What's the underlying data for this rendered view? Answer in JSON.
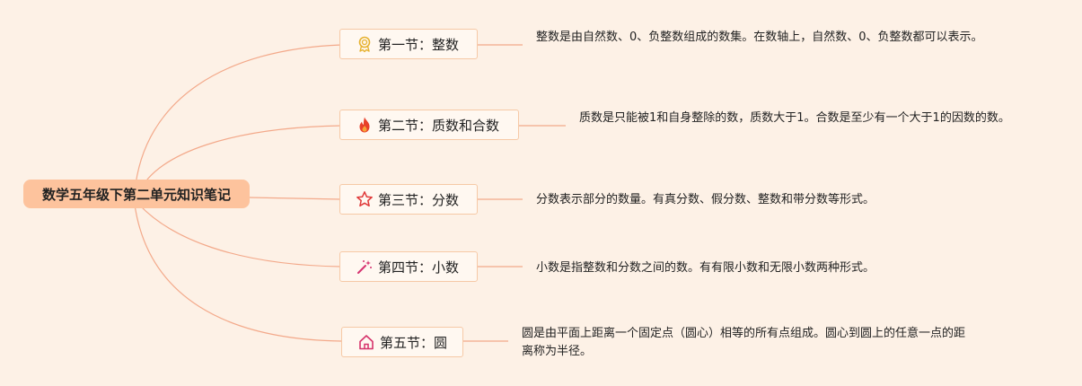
{
  "root": {
    "label": "数学五年级下第二单元知识笔记"
  },
  "sections": [
    {
      "icon": "award-ribbon-icon",
      "label": "第一节：整数",
      "note": "整数是由自然数、0、负整数组成的数集。在数轴上，自然数、0、负整数都可以表示。"
    },
    {
      "icon": "fire-icon",
      "label": "第二节：质数和合数",
      "note": "质数是只能被1和自身整除的数，质数大于1。合数是至少有一个大于1的因数的数。"
    },
    {
      "icon": "star-outline-icon",
      "label": "第三节：分数",
      "note": "分数表示部分的数量。有真分数、假分数、整数和带分数等形式。"
    },
    {
      "icon": "magic-wand-icon",
      "label": "第四节：小数",
      "note": "小数是指整数和分数之间的数。有有限小数和无限小数两种形式。"
    },
    {
      "icon": "home-icon",
      "label": "第五节：圆",
      "note": "圆是由平面上距离一个固定点（圆心）相等的所有点组成。圆心到圆上的任意一点的距离称为半径。"
    }
  ],
  "colors": {
    "background": "#fdf1e6",
    "root_fill": "#fdc39d",
    "connector": "#f3a98a",
    "branch_border": "#f6c9a6"
  }
}
